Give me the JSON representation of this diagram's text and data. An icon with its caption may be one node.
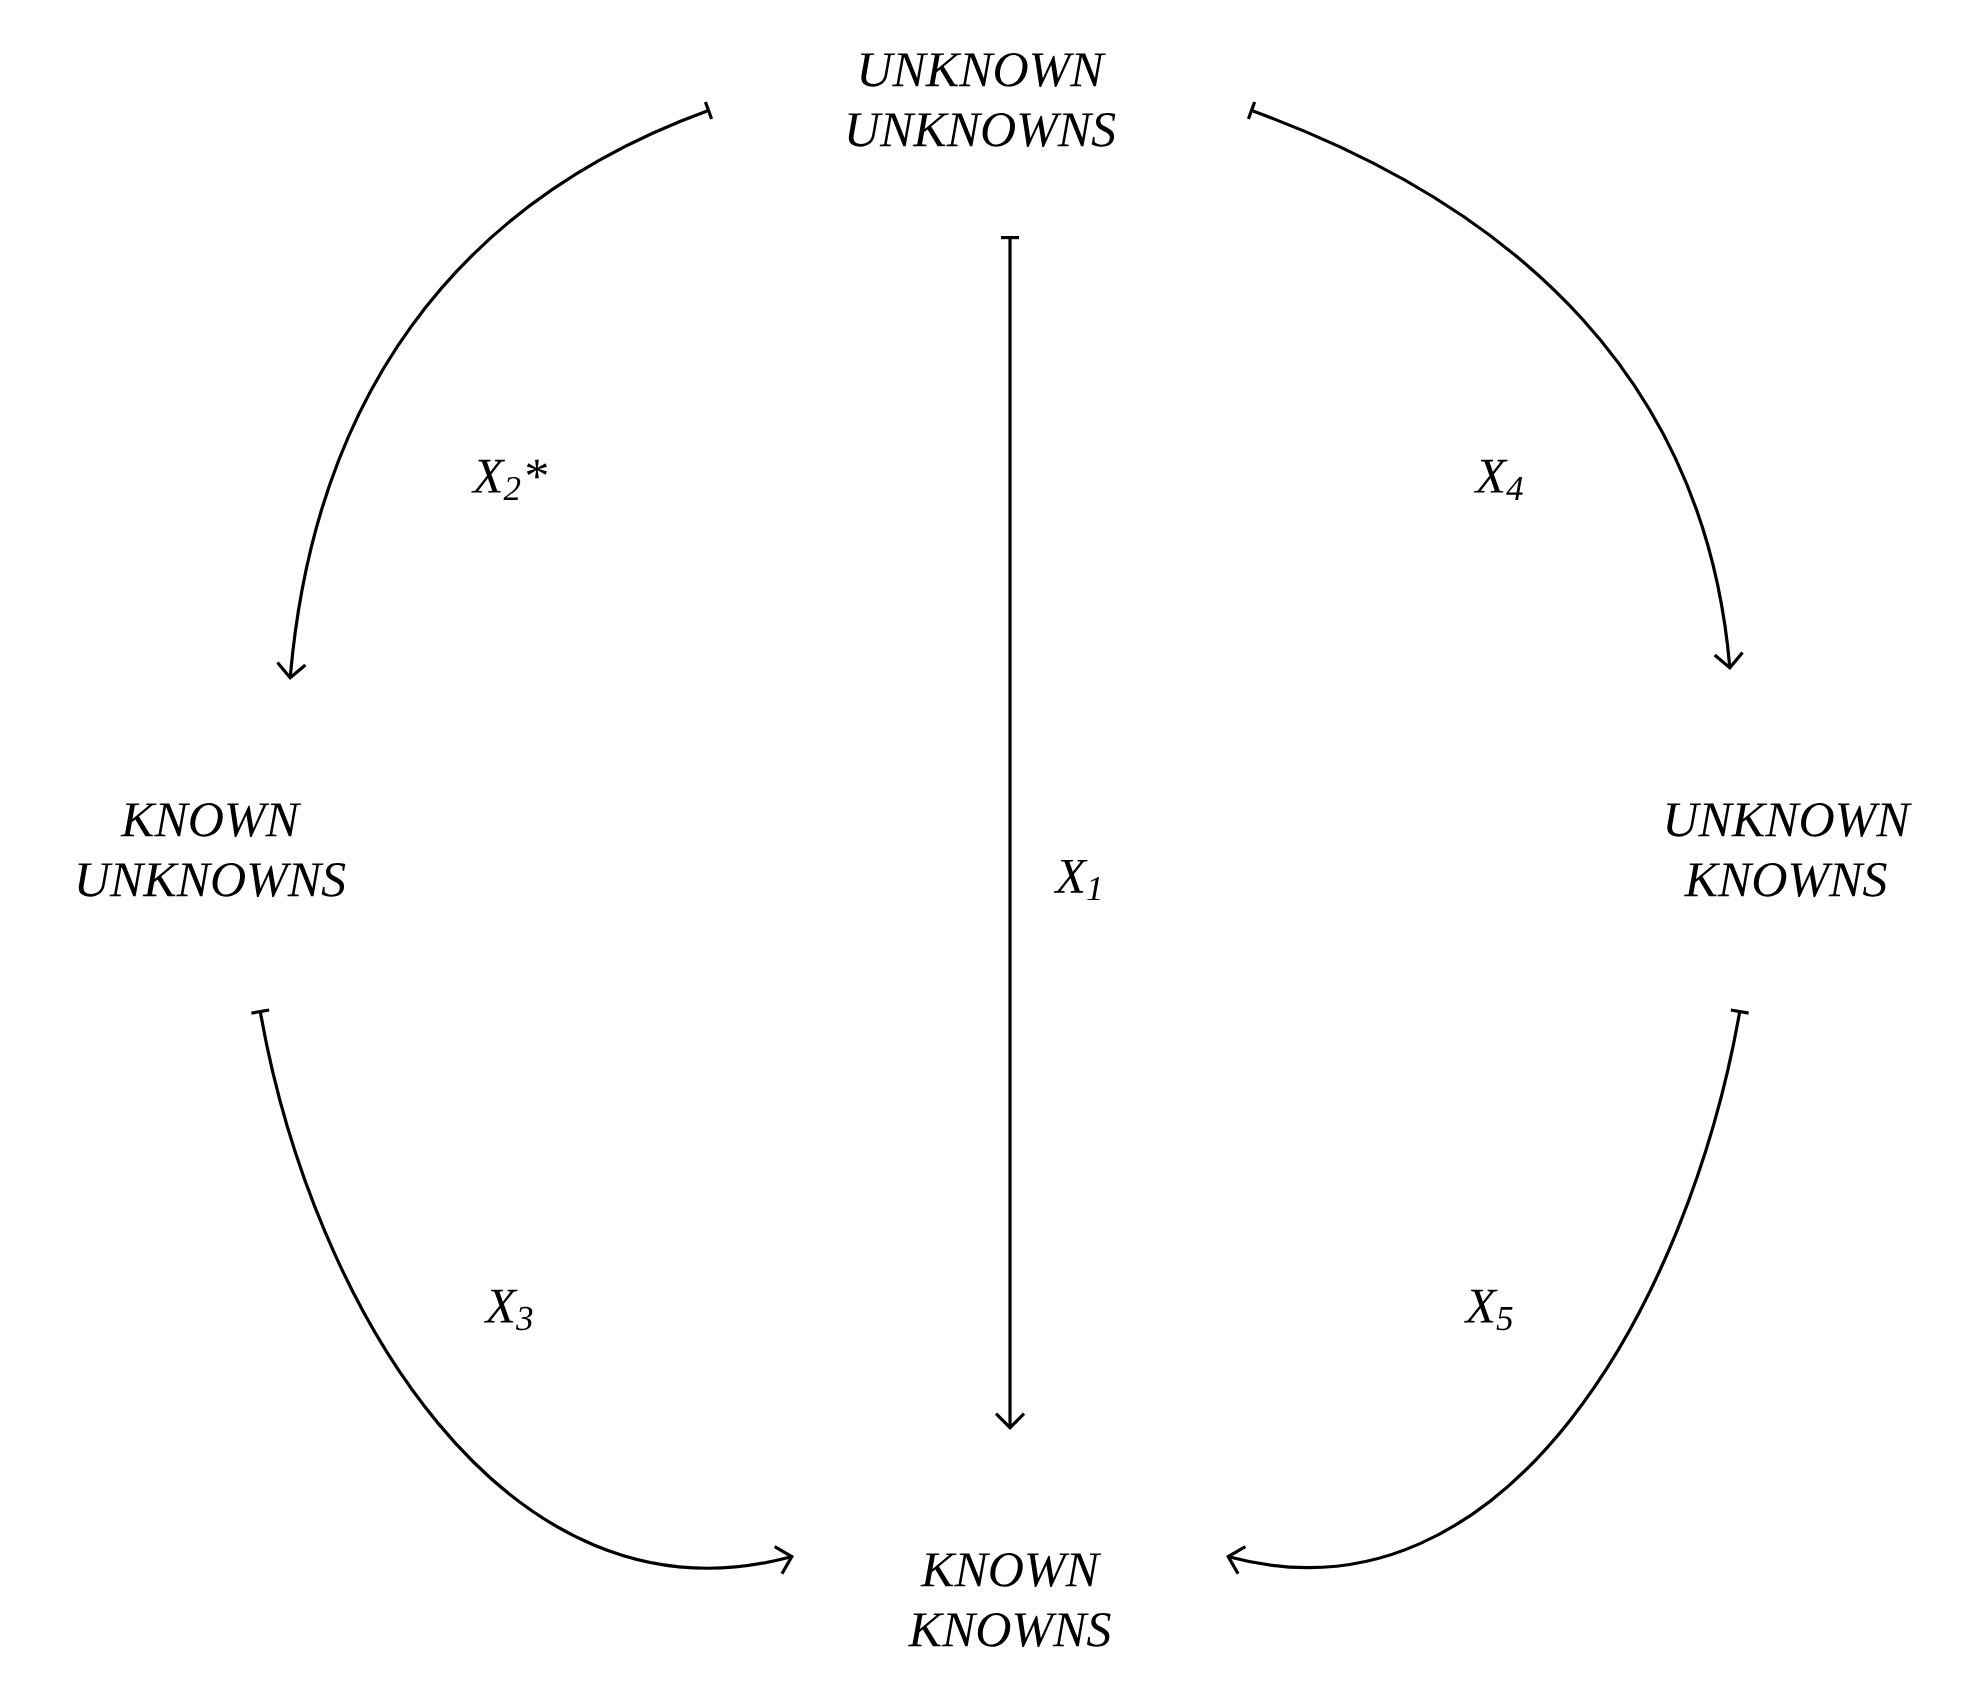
{
  "diagram": {
    "nodes": [
      {
        "text": [
          "UNKNOWN UNKNOWNS"
        ]
      },
      {
        "text": [
          "KNOWN UNKNOWNS"
        ]
      },
      {
        "text": [
          "UNKNOWN KNOWNS"
        ]
      },
      {
        "text": [
          "KNOWN KNOWNS"
        ]
      }
    ],
    "edges": [
      {
        "from": 0,
        "to": 1,
        "arrow": "to",
        "label": "X$_{2}$*"
      },
      {
        "from": 0,
        "to": 3,
        "arrow": "to",
        "label": "X$_{1}$"
      },
      {
        "from": 0,
        "to": 2,
        "arrow": "to",
        "label": "X$_{4}$"
      },
      {
        "from": 1,
        "to": 3,
        "arrow": "to",
        "label": "X$_{3}$"
      },
      {
        "from": 2,
        "to": 3,
        "arrow": "to",
        "label": "X$_{5}$"
      }
    ]
  }
}
